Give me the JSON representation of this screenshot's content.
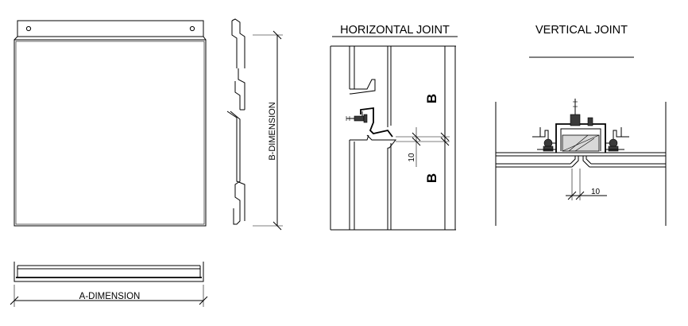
{
  "labels": {
    "horizontal_joint": "HORIZONTAL JOINT",
    "vertical_joint": "VERTICAL JOINT",
    "b_dimension": "B-DIMENSION",
    "a_dimension": "A-DIMENSION",
    "b_upper": "B",
    "b_lower": "B",
    "gap_horizontal": "10",
    "gap_vertical": "10"
  },
  "colors": {
    "line": "#000000",
    "panel_fill": "#ffffff",
    "seal_fill": "#3a3a3a"
  }
}
